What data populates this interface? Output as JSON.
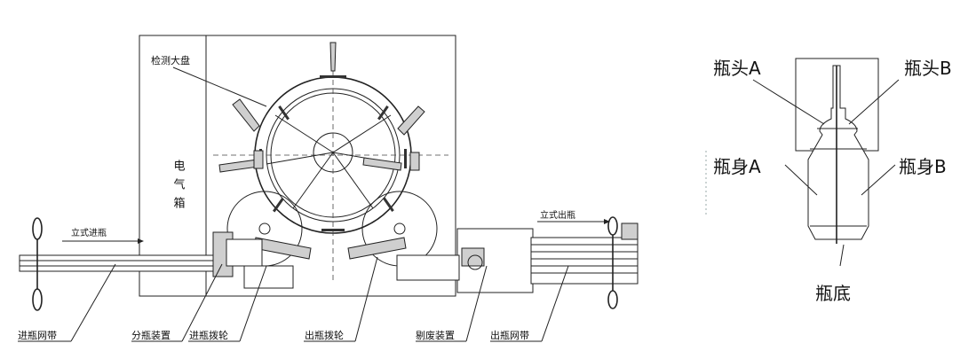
{
  "machine_labels": {
    "inspection_turntable": "检测大盘",
    "control_box": "电气箱",
    "infeed_vertical": "立式进瓶",
    "outfeed_vertical": "立式出瓶",
    "infeed_belt": "进瓶网带",
    "bottle_splitter": "分瓶装置",
    "infeed_star_wheel": "进瓶拨轮",
    "outfeed_star_wheel": "出瓶拨轮",
    "reject_device": "剔废装置",
    "outfeed_belt": "出瓶网带"
  },
  "bottle_labels": {
    "head_a": "瓶头A",
    "head_b": "瓶头B",
    "body_a": "瓶身A",
    "body_b": "瓶身B",
    "bottom": "瓶底"
  }
}
